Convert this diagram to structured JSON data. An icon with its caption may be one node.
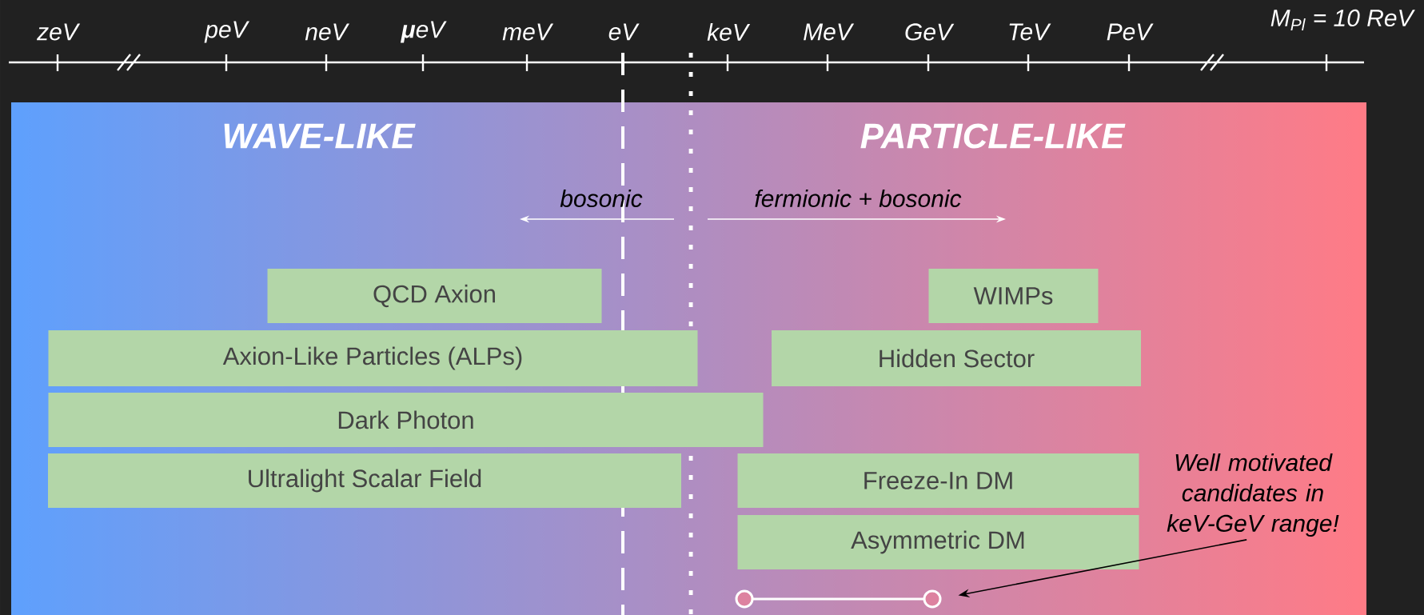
{
  "diagram": {
    "nodes": [
      {
        "text": [
          "QCD Axion"
        ]
      },
      {
        "text": [
          "Axion-Like Particles (ALPs)"
        ]
      },
      {
        "text": [
          "Dark Photon"
        ]
      },
      {
        "text": [
          "Ultralight Scalar Field"
        ]
      },
      {
        "text": [
          "WIMPs"
        ]
      },
      {
        "text": [
          "Hidden Sector"
        ]
      },
      {
        "text": [
          "Freeze-In DM"
        ]
      },
      {
        "text": [
          "Asymmetric DM"
        ]
      },
      {
        "text": [
          "Well motivated candidates in keV-GeV range!"
        ]
      },
      {
        "text": [],
        "shape": "bar"
      }
    ],
    "edges": [
      {
        "from": 8,
        "to": 9,
        "arrow": "to"
      }
    ],
    "labels": [
      "zeV",
      "peV",
      "neV",
      "**μ**eV",
      "meV",
      "eV",
      "keV",
      "MeV",
      "GeV",
      "TeV",
      "PeV",
      "M$_{Pl}$ = 10 ReV",
      "WAVE-LIKE",
      "PARTICLE-LIKE",
      "bosonic",
      "fermionic + bosonic"
    ]
  }
}
